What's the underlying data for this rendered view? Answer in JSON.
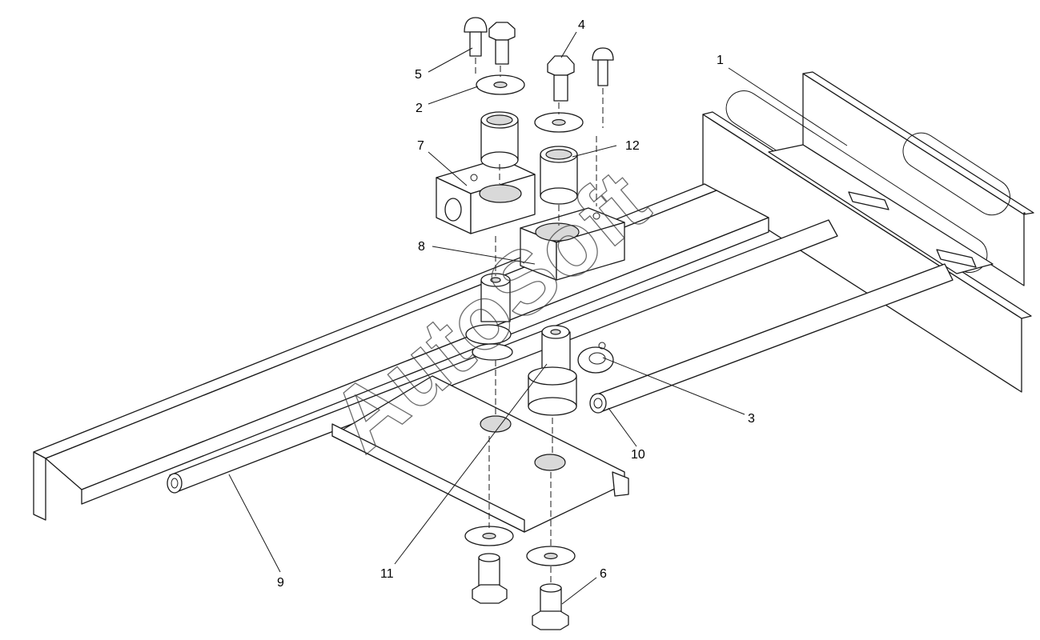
{
  "callouts": {
    "c1": "1",
    "c2": "2",
    "c3": "3",
    "c4": "4",
    "c5": "5",
    "c6": "6",
    "c7": "7",
    "c8": "8",
    "c9": "9",
    "c10": "10",
    "c11": "11",
    "c12": "12"
  },
  "watermark": "AutoSoft",
  "colors": {
    "line": "#1a1a1a",
    "background": "#ffffff"
  }
}
